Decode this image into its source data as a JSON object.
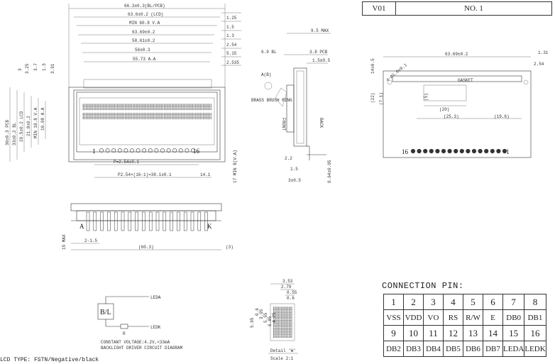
{
  "revision": {
    "rev": "V01",
    "no": "NO. 1"
  },
  "front_view": {
    "dims": [
      "66.3±0.3(BL/PCB)",
      "63.6±0.2 (LCD)",
      "MIN 60.8 V.A",
      "63.69±0.2",
      "58.61±0.2",
      "56±0.3",
      "55.73 A.A",
      "1.25",
      "1.5",
      "1.3",
      "2.54",
      "5.15",
      "2.535"
    ],
    "vert_dims": [
      "36±0.3 PCB",
      "33±0.2 BL",
      "29.5±0.2 LCD",
      "21.8±0.2",
      "MIN 18.8 V.A",
      "16.98 A.A",
      "3",
      "3.25",
      "3.7",
      "1.5",
      "3.91",
      "17 MIN B(V.A)"
    ],
    "pin_first": "1",
    "pin_last": "16",
    "pitch": "P=2.54±0.1",
    "pitch_total": "P2.54×(16-1)=38.1±0.1",
    "edge": "14.1"
  },
  "side_view": {
    "dims": [
      "9.5 MAX",
      "6.9 BL",
      "3.8 PCB",
      "1.5±0.5",
      "2.2",
      "1.5",
      "3±0.5",
      "0.64±0.05"
    ],
    "labels": [
      "A(B)",
      "BRASS BRUSH RING",
      "FRONT",
      "BACK"
    ]
  },
  "bottom_view": {
    "dims": [
      "15 MAX",
      "2-1.5",
      "(60.3)",
      "(3)"
    ],
    "anode": "A",
    "cathode": "K"
  },
  "rear_view": {
    "dims": [
      "63.69±0.2",
      "1.31",
      "2.54",
      "14±0.5",
      "4-Ø1.0±0.1",
      "(22)",
      "(7.1)",
      "(5)",
      "(20)",
      "(25.3)",
      "(19.6)"
    ],
    "chip_label": "GASKET",
    "pin_first": "1",
    "pin_last": "16"
  },
  "backlight": {
    "box_label": "B/L",
    "ledA": "LEDA",
    "ledK": "LEDK",
    "resistor": "R",
    "note1": "CONSTANT VOLTAGE:4.2V,<33mA",
    "note2": "BACKLIGHT DRIVER CIRCUIT DIAGRAM"
  },
  "detail": {
    "dims": [
      "3.53",
      "2.79",
      "0.55",
      "0.6",
      "5.95",
      "0.6",
      "3.95",
      "5.55",
      "6.85",
      "4.25"
    ],
    "caption1": "Detail 'W'",
    "caption2": "Scale 2:1"
  },
  "connection": {
    "title": "CONNECTION PIN:",
    "rows": [
      [
        "1",
        "2",
        "3",
        "4",
        "5",
        "6",
        "7",
        "8"
      ],
      [
        "VSS",
        "VDD",
        "VO",
        "RS",
        "R/W",
        "E",
        "DB0",
        "DB1"
      ],
      [
        "9",
        "10",
        "11",
        "12",
        "13",
        "14",
        "15",
        "16"
      ],
      [
        "DB2",
        "DB3",
        "DB4",
        "DB5",
        "DB6",
        "DB7",
        "LEDA",
        "LEDK"
      ]
    ]
  },
  "lcd_type": "LCD TYPE: FSTN/Negative/black"
}
